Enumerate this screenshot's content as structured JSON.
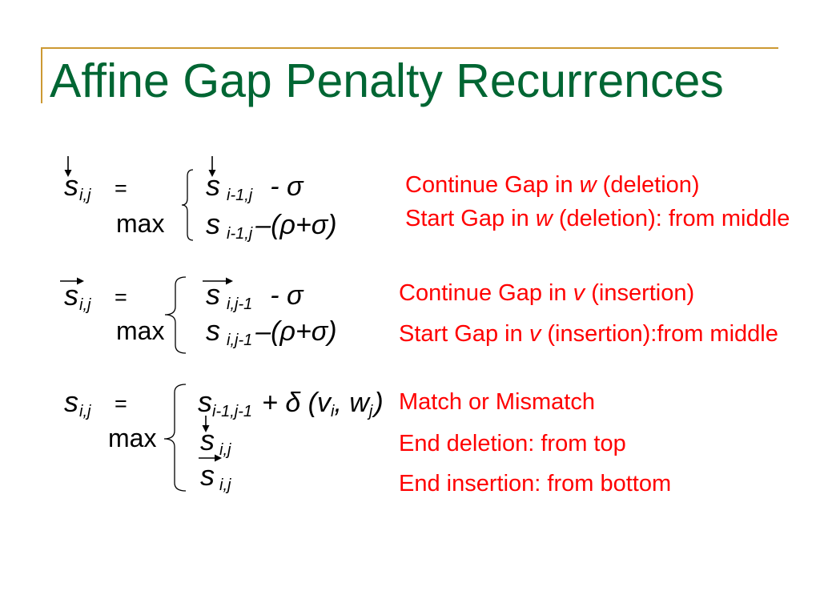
{
  "colors": {
    "background": "#ffffff",
    "title": "#006633",
    "rule": "#cc9933",
    "annotation": "#ff0000",
    "formula": "#000000"
  },
  "title": "Affine Gap Penalty Recurrences",
  "deletion": {
    "arrow_icon": "down-arrow",
    "lhs": {
      "symbol": "s",
      "sub": "i,j"
    },
    "equals": "=",
    "max": "max",
    "terms": [
      {
        "symbol": "s",
        "sub": "i-1,j",
        "rest": "- σ",
        "arrow_icon": "down-arrow"
      },
      {
        "symbol": "s",
        "sub": "i-1,j",
        "rest": "–(ρ+σ)"
      }
    ],
    "notes": [
      {
        "before": "Continue Gap in ",
        "var": "w",
        "after": " (deletion)"
      },
      {
        "before": "Start Gap in ",
        "var": "w",
        "after": " (deletion): from middle"
      }
    ]
  },
  "insertion": {
    "arrow_icon": "right-arrow",
    "lhs": {
      "symbol": "s",
      "sub": "i,j"
    },
    "equals": "=",
    "max": "max",
    "terms": [
      {
        "symbol": "s",
        "sub": "i,j-1",
        "rest": "- σ",
        "arrow_icon": "right-arrow"
      },
      {
        "symbol": "s",
        "sub": "i,j-1",
        "rest": "–(ρ+σ)"
      }
    ],
    "notes": [
      {
        "before": "Continue Gap in ",
        "var": "v",
        "after": " (insertion)"
      },
      {
        "before": "Start Gap in ",
        "var": "v",
        "after": " (insertion):from middle"
      }
    ]
  },
  "match": {
    "lhs": {
      "symbol": "s",
      "sub": "i,j"
    },
    "equals": "=",
    "max": "max",
    "terms": [
      {
        "symbol": "s",
        "sub": "i-1,j-1",
        "plus": "+ δ (v",
        "v_sub": "i",
        "sep": ", w",
        "w_sub": "j",
        "close": ")"
      },
      {
        "symbol": "s",
        "sub": "i,j",
        "arrow_icon": "down-arrow"
      },
      {
        "symbol": "s",
        "sub": "i,j",
        "arrow_icon": "right-arrow"
      }
    ],
    "notes": [
      {
        "text": "Match or Mismatch"
      },
      {
        "text": "End deletion: from top"
      },
      {
        "text": "End insertion: from bottom"
      }
    ]
  }
}
